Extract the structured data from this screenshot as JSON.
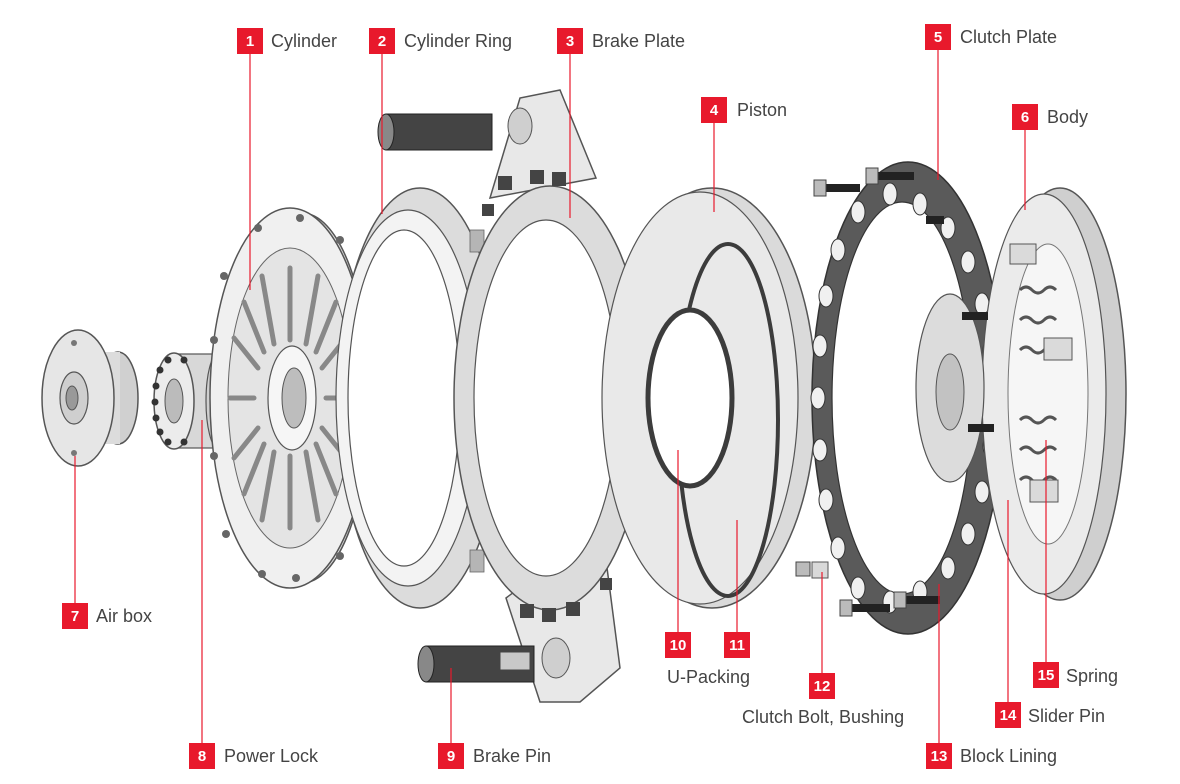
{
  "colors": {
    "accent": "#e8192c",
    "label_text": "#444444",
    "part_fill": "#e4e4e4",
    "part_stroke": "#555555",
    "dark_part": "#4a4a4a"
  },
  "parts": [
    {
      "number": "1",
      "name": "Cylinder"
    },
    {
      "number": "2",
      "name": "Cylinder Ring"
    },
    {
      "number": "3",
      "name": "Brake Plate"
    },
    {
      "number": "4",
      "name": "Piston"
    },
    {
      "number": "5",
      "name": "Clutch Plate"
    },
    {
      "number": "6",
      "name": "Body"
    },
    {
      "number": "7",
      "name": "Air box"
    },
    {
      "number": "8",
      "name": "Power Lock"
    },
    {
      "number": "9",
      "name": "Brake Pin"
    },
    {
      "number": "10",
      "name": ""
    },
    {
      "number": "11",
      "name": ""
    },
    {
      "number": "12",
      "name": "Clutch Bolt, Bushing"
    },
    {
      "number": "13",
      "name": "Block Lining"
    },
    {
      "number": "14",
      "name": "Slider Pin"
    },
    {
      "number": "15",
      "name": "Spring"
    }
  ],
  "shared_labels": {
    "u_packing": "U-Packing"
  }
}
